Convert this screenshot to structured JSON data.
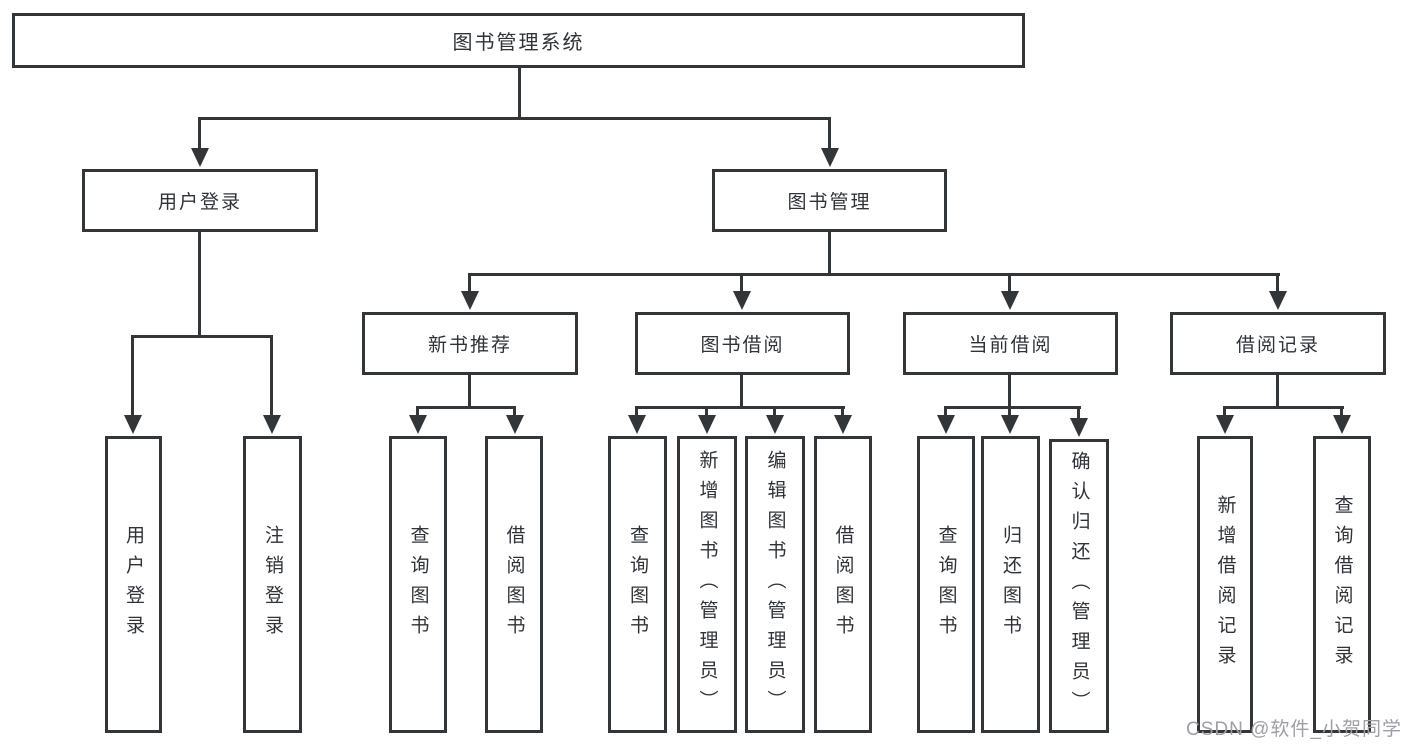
{
  "diagram": {
    "title": "图书管理系统",
    "branches": [
      {
        "label": "用户登录",
        "children": [
          {
            "label": "用户登录"
          },
          {
            "label": "注销登录"
          }
        ]
      },
      {
        "label": "图书管理",
        "children": [
          {
            "label": "新书推荐",
            "children": [
              {
                "label": "查询图书"
              },
              {
                "label": "借阅图书"
              }
            ]
          },
          {
            "label": "图书借阅",
            "children": [
              {
                "label": "查询图书"
              },
              {
                "label": "新增图书（管理员）"
              },
              {
                "label": "编辑图书（管理员）"
              },
              {
                "label": "借阅图书"
              }
            ]
          },
          {
            "label": "当前借阅",
            "children": [
              {
                "label": "查询图书"
              },
              {
                "label": "归还图书"
              },
              {
                "label": "确认归还（管理员）"
              }
            ]
          },
          {
            "label": "借阅记录",
            "children": [
              {
                "label": "新增借阅记录"
              },
              {
                "label": "查询借阅记录"
              }
            ]
          }
        ]
      }
    ]
  },
  "watermark": {
    "text": "CSDN @软件_小贺同学"
  },
  "colors": {
    "line": "#333639",
    "text": "#2f3338",
    "watermark_text": "#9e9ea4",
    "background": "#ffffff"
  }
}
